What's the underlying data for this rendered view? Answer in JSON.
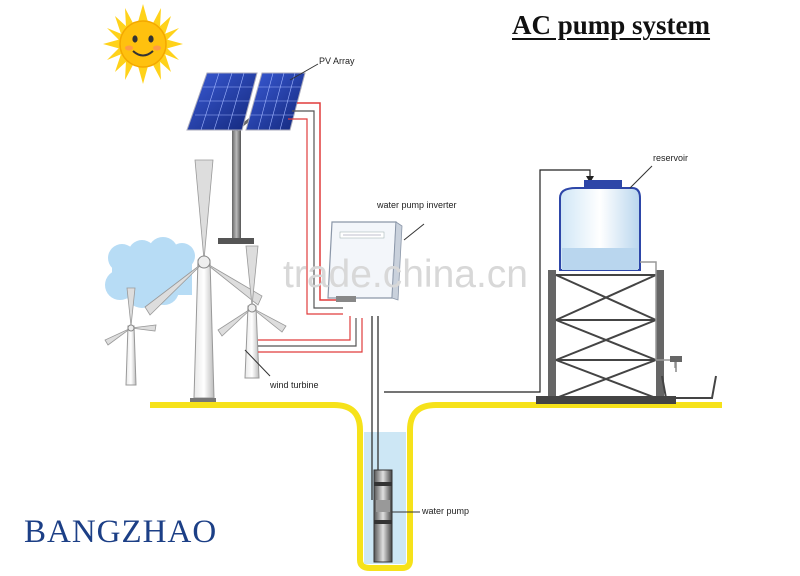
{
  "title": "AC pump system",
  "brand": "BANGZHAO",
  "watermark": "trade.china.cn",
  "labels": {
    "pv_array": "PV Array",
    "inverter": "water pump inverter",
    "reservoir": "reservoir",
    "wind_turbine": "wind turbine",
    "water_pump": "water pump"
  },
  "colors": {
    "ground": "#f6e21a",
    "water": "#cde7f5",
    "solar_panel": "#1d3b9a",
    "wire_red": "#e03c3c",
    "wire_gray": "#555555",
    "brand": "#1c3f86"
  }
}
